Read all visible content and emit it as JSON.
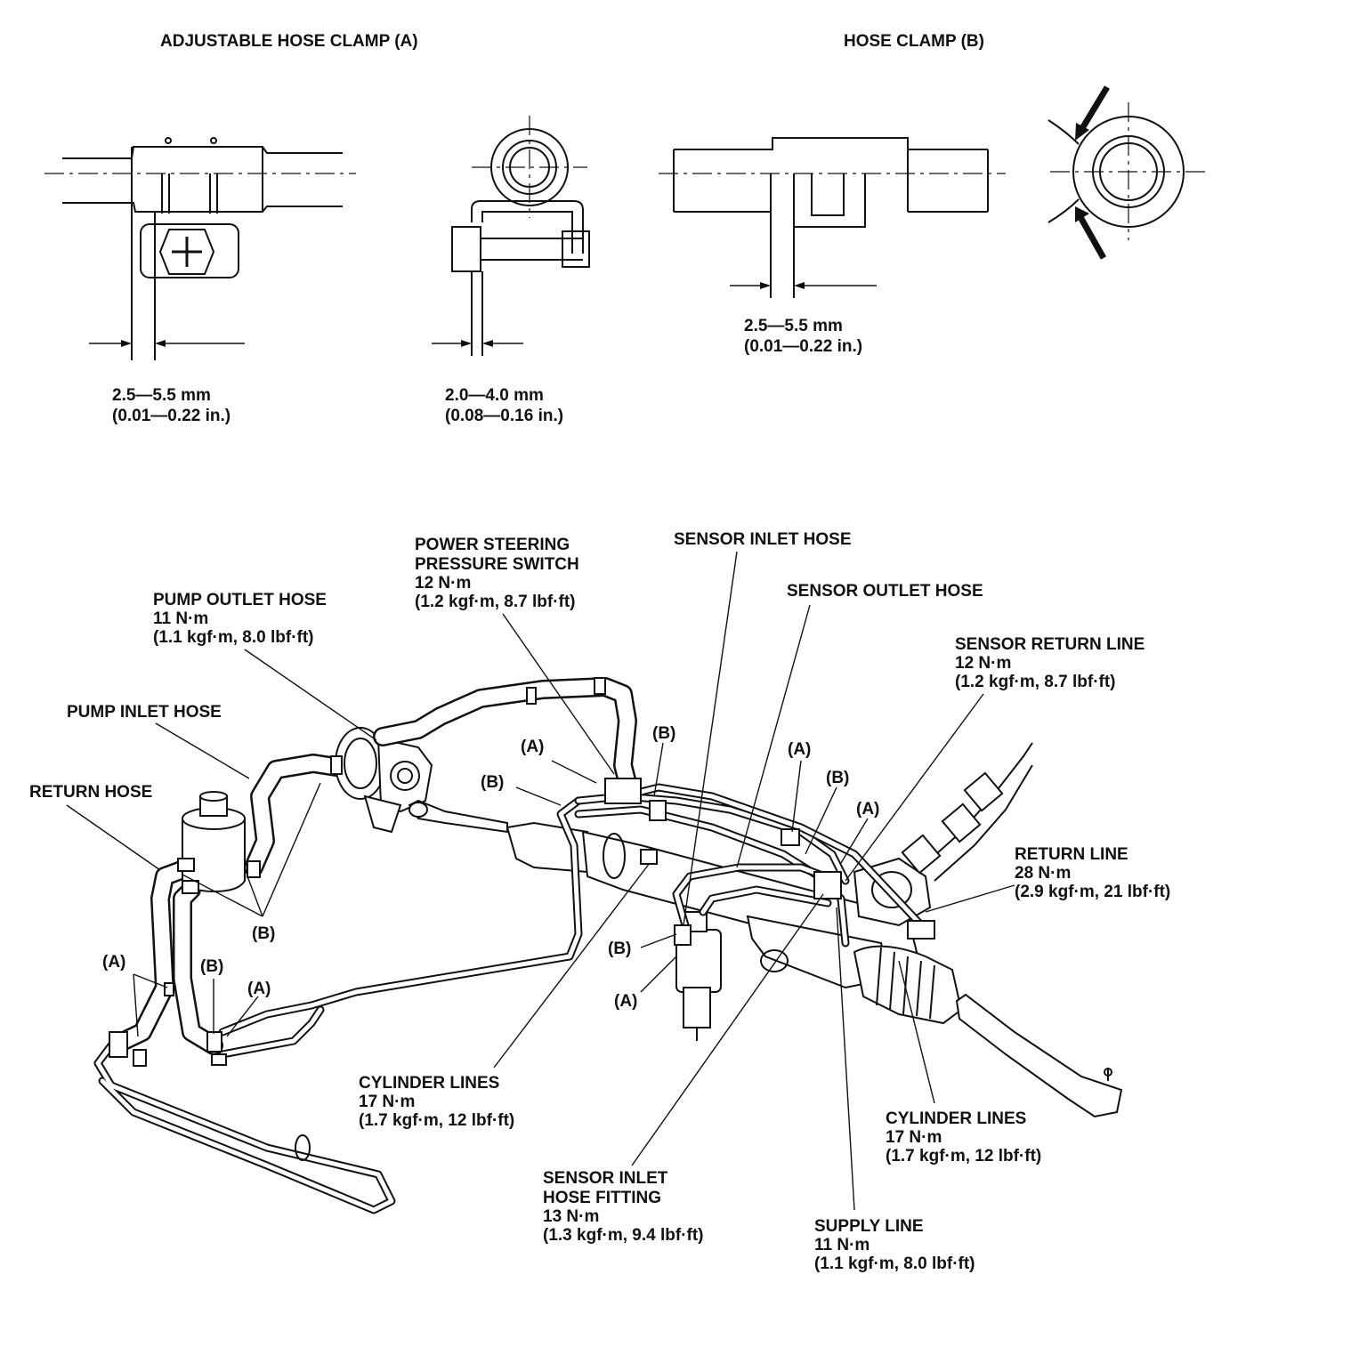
{
  "clamp_a": {
    "title": "ADJUSTABLE HOSE CLAMP (A)",
    "gap1_mm": "2.5—5.5 mm",
    "gap1_in": "(0.01—0.22 in.)",
    "gap2_mm": "2.0—4.0 mm",
    "gap2_in": "(0.08—0.16 in.)"
  },
  "clamp_b": {
    "title": "HOSE CLAMP (B)",
    "gap_mm": "2.5—5.5 mm",
    "gap_in": "(0.01—0.22 in.)"
  },
  "labels": {
    "pump_outlet": [
      "PUMP OUTLET HOSE",
      "11 N·m",
      "(1.1 kgf·m, 8.0 lbf·ft)"
    ],
    "pump_inlet": [
      "PUMP INLET HOSE"
    ],
    "return_hose": [
      "RETURN HOSE"
    ],
    "ps_switch": [
      "POWER STEERING",
      "PRESSURE SWITCH",
      "12 N·m",
      "(1.2 kgf·m, 8.7 lbf·ft)"
    ],
    "sensor_inlet_hose": [
      "SENSOR INLET HOSE"
    ],
    "sensor_outlet_hose": [
      "SENSOR OUTLET HOSE"
    ],
    "sensor_return_line": [
      "SENSOR RETURN LINE",
      "12 N·m",
      "(1.2 kgf·m, 8.7 lbf·ft)"
    ],
    "return_line": [
      "RETURN LINE",
      "28 N·m",
      "(2.9 kgf·m, 21 lbf·ft)"
    ],
    "cylinder_lines_left": [
      "CYLINDER LINES",
      "17 N·m",
      "(1.7 kgf·m, 12 lbf·ft)"
    ],
    "cylinder_lines_right": [
      "CYLINDER LINES",
      "17 N·m",
      "(1.7 kgf·m, 12 lbf·ft)"
    ],
    "sensor_inlet_fitting": [
      "SENSOR INLET",
      "HOSE FITTING",
      "13 N·m",
      "(1.3 kgf·m, 9.4 lbf·ft)"
    ],
    "supply_line": [
      "SUPPLY LINE",
      "11 N·m",
      "(1.1 kgf·m, 8.0 lbf·ft)"
    ]
  },
  "markers": {
    "a": "(A)",
    "b": "(B)"
  }
}
